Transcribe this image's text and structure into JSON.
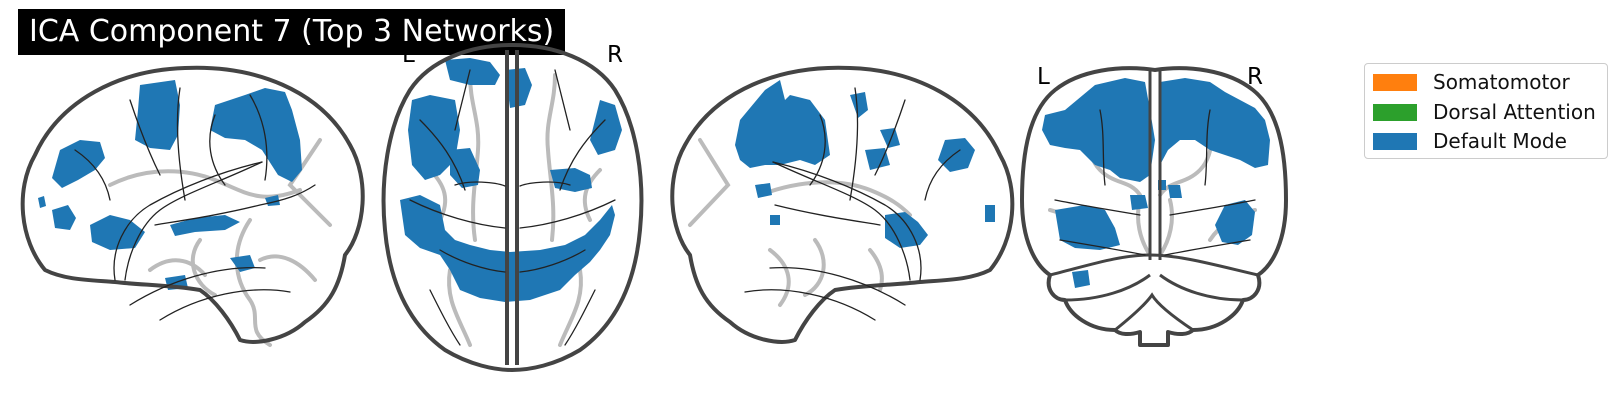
{
  "title": "ICA Component 7 (Top 3 Networks)",
  "views": [
    {
      "name": "sagittal-left",
      "orientation_labels": []
    },
    {
      "name": "axial",
      "orientation_labels": [
        "L",
        "R"
      ]
    },
    {
      "name": "sagittal-right",
      "orientation_labels": []
    },
    {
      "name": "coronal",
      "orientation_labels": [
        "L",
        "R"
      ]
    }
  ],
  "orientation": {
    "axial_left": "L",
    "axial_right": "R",
    "coronal_left": "L",
    "coronal_right": "R"
  },
  "legend": {
    "items": [
      {
        "label": "Somatomotor",
        "color": "#ff7f0e"
      },
      {
        "label": "Dorsal Attention",
        "color": "#2ca02c"
      },
      {
        "label": "Default Mode",
        "color": "#1f77b4"
      }
    ]
  },
  "colors": {
    "blob": "#1f77b4",
    "outline": "#444444",
    "inner_line": "#222222",
    "sulci": "#bbbbbb"
  }
}
